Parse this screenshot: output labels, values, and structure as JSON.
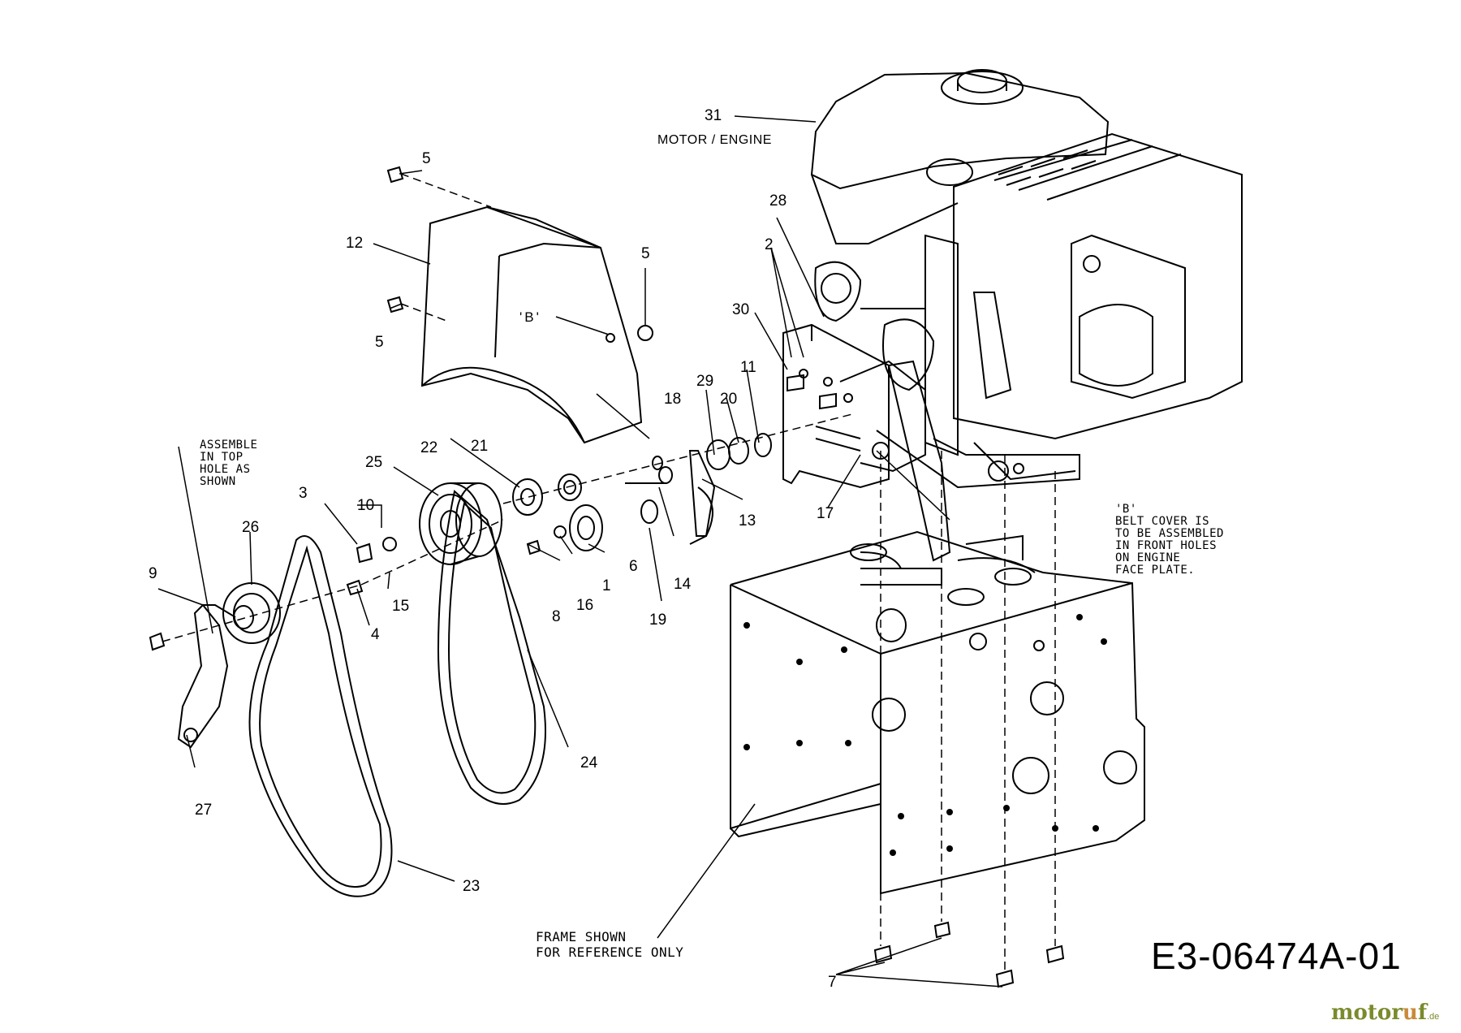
{
  "diagram": {
    "callouts": [
      "1",
      "2",
      "3",
      "4",
      "5",
      "5",
      "5",
      "6",
      "7",
      "8",
      "9",
      "10",
      "11",
      "12",
      "13",
      "14",
      "15",
      "16",
      "17",
      "18",
      "19",
      "20",
      "21",
      "22",
      "23",
      "24",
      "25",
      "26",
      "27",
      "28",
      "29",
      "30",
      "31"
    ],
    "engine_label": "MOTOR / ENGINE",
    "b_mark": "'B'",
    "assemble_note": "ASSEMBLE\nIN TOP\nHOLE AS\nSHOWN",
    "belt_cover_note": "'B'\nBELT COVER IS\nTO BE ASSEMBLED\nIN FRONT HOLES\nON ENGINE\nFACE PLATE.",
    "frame_note_line1": "FRAME SHOWN",
    "frame_note_line2": "FOR REFERENCE ONLY",
    "drawing_code": "E3-06474A-01"
  },
  "watermark": {
    "part1": "motor",
    "part2": "u",
    "part3": "f",
    "suffix": ".de"
  }
}
